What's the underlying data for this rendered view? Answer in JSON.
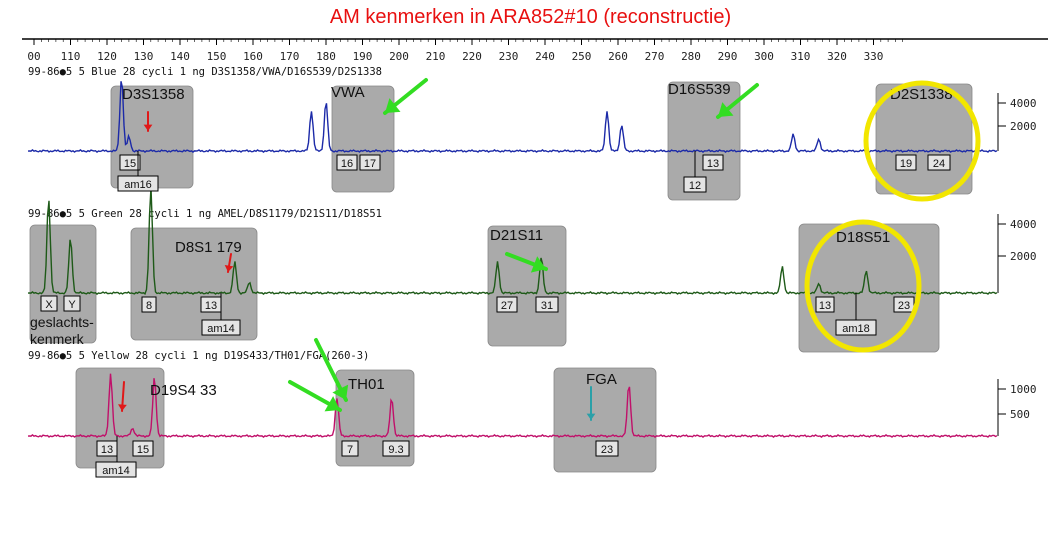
{
  "title": "AM kenmerken in ARA852#10 (reconstructie)",
  "colors": {
    "title": "#e81010",
    "blue": "#1c2aa8",
    "green": "#1e5a18",
    "yellow": "#c0106a",
    "box": "#aaaaaa",
    "circle": "#f2e600",
    "arrow_red": "#e01818",
    "arrow_green": "#33dd22",
    "arrow_teal": "#2aa0a8"
  },
  "chart_data": {
    "type": "line",
    "x_ticks": [
      "00",
      "110",
      "120",
      "130",
      "140",
      "150",
      "160",
      "170",
      "180",
      "190",
      "200",
      "210",
      "220",
      "230",
      "240",
      "250",
      "260",
      "270",
      "280",
      "290",
      "300",
      "310",
      "320",
      "330"
    ],
    "x_tick_values": [
      100,
      110,
      120,
      130,
      140,
      150,
      160,
      170,
      180,
      190,
      200,
      210,
      220,
      230,
      240,
      250,
      260,
      270,
      280,
      290,
      300,
      310,
      320,
      330
    ],
    "panels": [
      {
        "name": "blue",
        "header": "99-86●5       5 Blue  28 cycli 1 ng D3S1358/VWA/D16S539/D2S1338",
        "y_ticks": [
          "4000",
          "2000"
        ],
        "y_tick_values": [
          4000,
          2000
        ],
        "loci": [
          "D3S1358",
          "VWA",
          "D16S539",
          "D2S1338"
        ],
        "peaks": [
          {
            "x": 124,
            "h": 0.62
          },
          {
            "x": 126,
            "h": 0.12
          },
          {
            "x": 176,
            "h": 0.34
          },
          {
            "x": 180,
            "h": 0.42
          },
          {
            "x": 257,
            "h": 0.34
          },
          {
            "x": 261,
            "h": 0.22
          },
          {
            "x": 308,
            "h": 0.14
          },
          {
            "x": 315,
            "h": 0.1
          }
        ],
        "alleles": [
          "15",
          "am16",
          "16",
          "17",
          "13",
          "12",
          "19",
          "24"
        ]
      },
      {
        "name": "green",
        "header": "99-86●5       5 Green  28 cycli 1 ng AMEL/D8S1179/D21S11/D18S51",
        "y_ticks": [
          "4000",
          "2000"
        ],
        "y_tick_values": [
          4000,
          2000
        ],
        "loci": [
          "D8S1 179",
          "D21S11",
          "D18S51"
        ],
        "peaks": [
          {
            "x": 104,
            "h": 0.8
          },
          {
            "x": 110,
            "h": 0.46
          },
          {
            "x": 132,
            "h": 0.88
          },
          {
            "x": 155,
            "h": 0.26
          },
          {
            "x": 159,
            "h": 0.09
          },
          {
            "x": 227,
            "h": 0.26
          },
          {
            "x": 239,
            "h": 0.3
          },
          {
            "x": 305,
            "h": 0.22
          },
          {
            "x": 315,
            "h": 0.08
          },
          {
            "x": 328,
            "h": 0.19
          }
        ],
        "alleles": [
          "X",
          "Y",
          "8",
          "13",
          "am14",
          "27",
          "31",
          "13",
          "am18",
          "23"
        ],
        "side_label": [
          "geslachts-",
          "kenmerk"
        ]
      },
      {
        "name": "yellow",
        "header": "99-86●5       5 Yellow  28 cycli 1 ng D19S433/TH01/FGA(260-3)",
        "y_ticks": [
          "1000",
          "500"
        ],
        "y_tick_values": [
          1000,
          500
        ],
        "loci": [
          "D19S4 33",
          "TH01",
          "FGA"
        ],
        "peaks": [
          {
            "x": 121,
            "h": 0.95
          },
          {
            "x": 127,
            "h": 0.12
          },
          {
            "x": 133,
            "h": 0.9
          },
          {
            "x": 183,
            "h": 0.58
          },
          {
            "x": 198,
            "h": 0.58
          },
          {
            "x": 263,
            "h": 0.8
          }
        ],
        "alleles": [
          "13",
          "am14",
          "15",
          "7",
          "9.3",
          "23"
        ]
      }
    ]
  }
}
